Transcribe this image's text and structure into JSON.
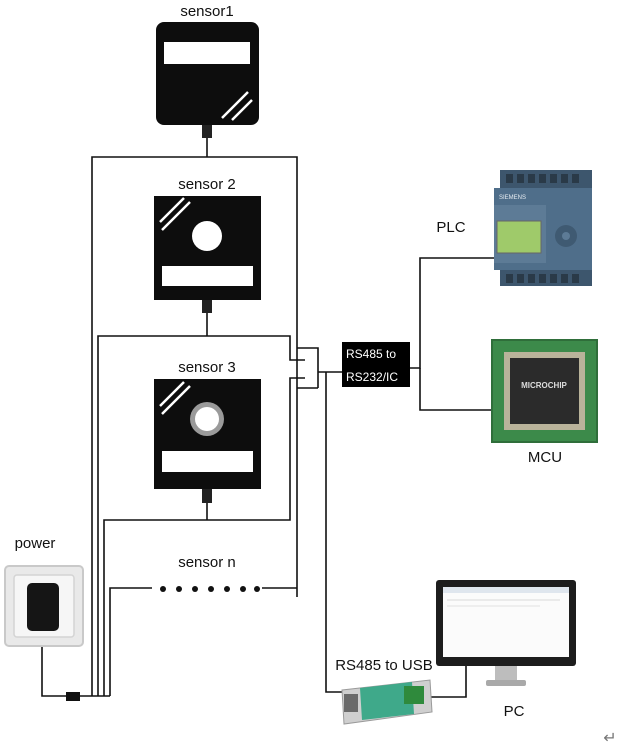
{
  "labels": {
    "sensor1": "sensor1",
    "sensor2": "sensor 2",
    "sensor3": "sensor 3",
    "sensor_n": "sensor n",
    "power": "power",
    "converter_line1": "RS485 to",
    "converter_line2": "RS232/IC",
    "plc": "PLC",
    "mcu": "MCU",
    "usb_converter": "RS485 to USB",
    "pc": "PC",
    "return_symbol": "↵"
  },
  "device_text": {
    "plc_brand": "SIEMENS",
    "mcu_brand": "MICROCHIP"
  },
  "colors": {
    "sensor_body": "#0d0d0d",
    "wire": "#111111",
    "plc_body": "#4f6e8a",
    "plc_screen": "#9fca6a",
    "pcb": "#3c8a4a",
    "chip": "#2b2b2b",
    "usb_module": "#3fa98a",
    "monitor": "#1d1d1d"
  }
}
